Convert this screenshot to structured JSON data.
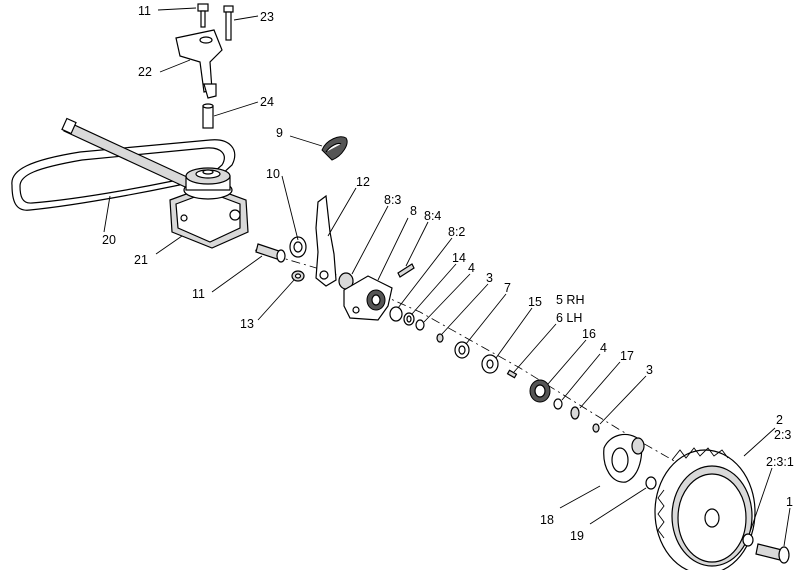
{
  "callouts": {
    "c11_top": "11",
    "c23": "23",
    "c22": "22",
    "c24": "24",
    "c9": "9",
    "c10": "10",
    "c12": "12",
    "c8_3": "8:3",
    "c8": "8",
    "c8_4": "8:4",
    "c8_2": "8:2",
    "c14": "14",
    "c4_a": "4",
    "c3_a": "3",
    "c7": "7",
    "c15": "15",
    "c5rh": "5 RH",
    "c6lh": "6 LH",
    "c16": "16",
    "c4_b": "4",
    "c17": "17",
    "c3_b": "3",
    "c2": "2",
    "c2_3": "2:3",
    "c2_3_1": "2:3:1",
    "c1": "1",
    "c18": "18",
    "c19": "19",
    "c20": "20",
    "c21": "21",
    "c11_mid": "11",
    "c13": "13"
  }
}
